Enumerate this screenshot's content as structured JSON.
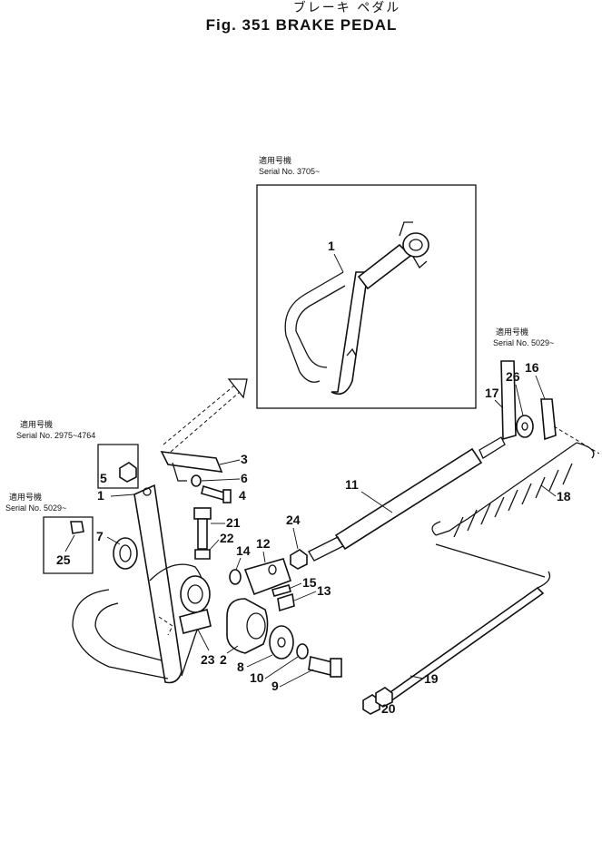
{
  "header": {
    "japanese_title": "ブレーキ ペダル",
    "figure_title": "Fig. 351 BRAKE PEDAL"
  },
  "serial_notes": {
    "top_box": {
      "kanji": "適用号機",
      "serial": "Serial No. 3705~"
    },
    "right": {
      "kanji": "適用号機",
      "serial": "Serial No. 5029~"
    },
    "left_upper": {
      "kanji": "適用号機",
      "serial": "Serial No. 2975~4764"
    },
    "left_lower": {
      "kanji": "適用号機",
      "serial": "Serial No. 5029~"
    }
  },
  "callouts": {
    "p1_inset": "1",
    "p1": "1",
    "p2": "2",
    "p3": "3",
    "p4": "4",
    "p5": "5",
    "p6": "6",
    "p7": "7",
    "p8": "8",
    "p9": "9",
    "p10": "10",
    "p11": "11",
    "p12": "12",
    "p13": "13",
    "p14": "14",
    "p15": "15",
    "p16": "16",
    "p17": "17",
    "p18": "18",
    "p19": "19",
    "p20": "20",
    "p21": "21",
    "p22": "22",
    "p23": "23",
    "p24": "24",
    "p25": "25",
    "p26": "26"
  }
}
